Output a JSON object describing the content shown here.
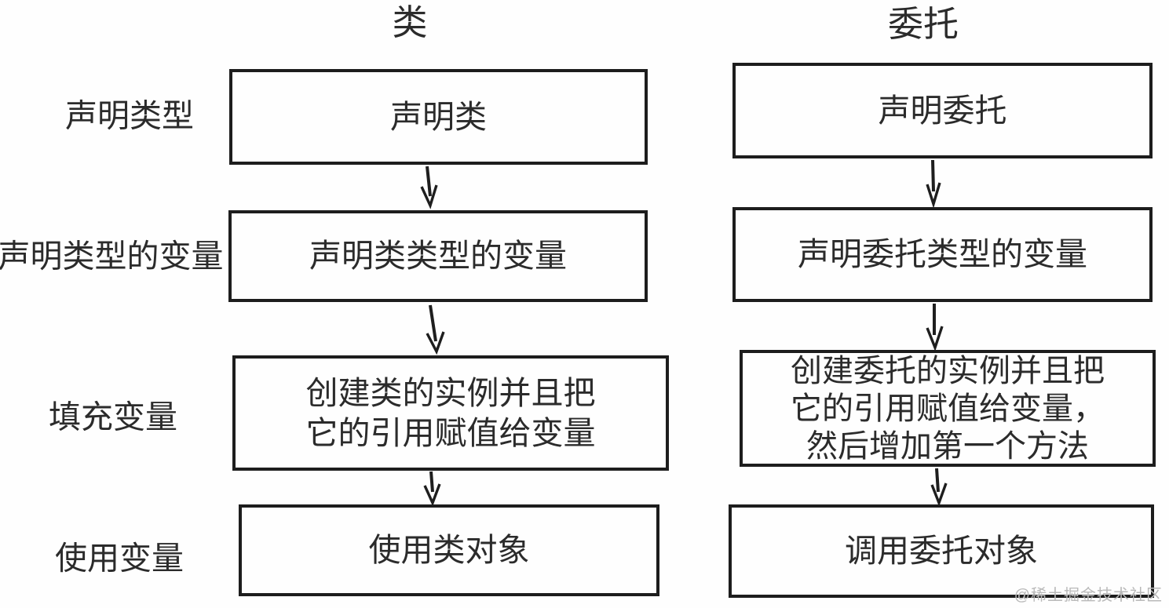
{
  "titles": {
    "left": "类",
    "right": "委托"
  },
  "row_labels": {
    "r1": "声明类型",
    "r2": "声明类型的变量",
    "r3": "填充变量",
    "r4": "使用变量"
  },
  "class_column": {
    "s1": "声明类",
    "s2": "声明类类型的变量",
    "s3": "创建类的实例并且把\n它的引用赋值给变量",
    "s4": "使用类对象"
  },
  "delegate_column": {
    "s1": "声明委托",
    "s2": "声明委托类型的变量",
    "s3": "创建委托的实例并且把\n它的引用赋值给变量，\n然后增加第一个方法",
    "s4": "调用委托对象"
  },
  "watermark": "@稀土掘金技术社区",
  "colors": {
    "background": "#fefefe",
    "line": "#1d1d1d",
    "text": "#2b2b2b",
    "watermark": "#b9b9b9"
  }
}
